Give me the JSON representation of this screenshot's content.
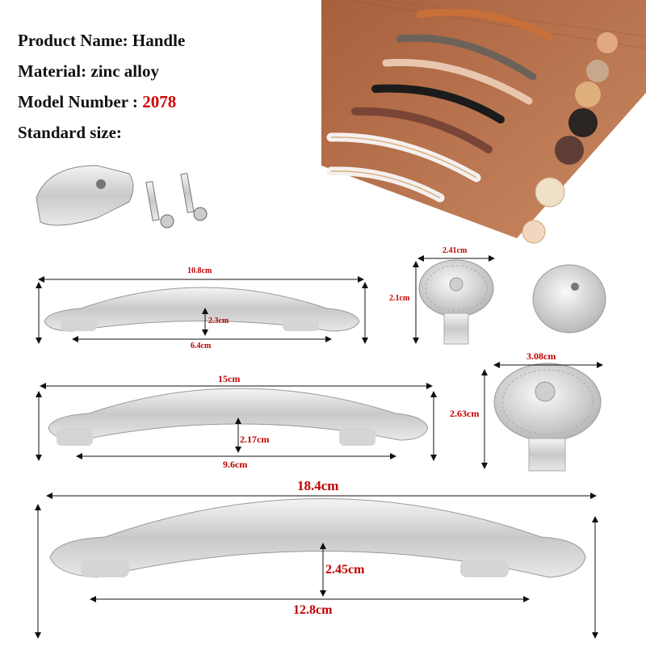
{
  "info": {
    "product_label": "Product Name:",
    "product_value": "Handle",
    "material_label": "Material:",
    "material_value": "zinc alloy",
    "model_label": "Model Number :",
    "model_value": "2078",
    "size_label": "Standard size:"
  },
  "dimensions": {
    "small_length": "10.8cm",
    "small_height": "2.3cm",
    "small_hole": "6.4cm",
    "medium_length": "15cm",
    "medium_height": "2.17cm",
    "medium_hole": "9.6cm",
    "large_length": "18.4cm",
    "large_height": "2.45cm",
    "large_hole": "12.8cm",
    "knob_small_width": "2.41cm",
    "knob_small_height": "2.1cm",
    "knob_large_width": "3.08cm",
    "knob_large_height": "2.63cm"
  },
  "colors": {
    "text": "#111111",
    "accent_red": "#d00000",
    "wood": "#b9714b",
    "silver": "#d9d9d9"
  },
  "finishes": [
    "copper",
    "antique-bronze",
    "champagne",
    "black",
    "red-bronze",
    "white-gold",
    "white-gold"
  ]
}
